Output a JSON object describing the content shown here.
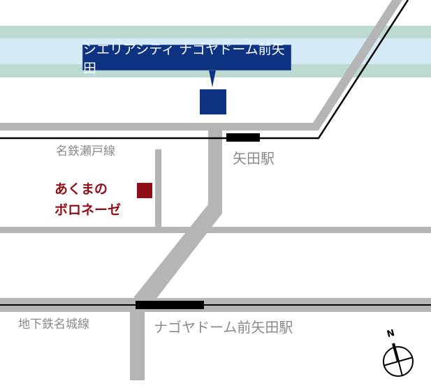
{
  "map": {
    "title": "シエリアシティ ナゴヤドーム前矢田",
    "shop": {
      "line1": "あくまの",
      "line2": "ボロネーゼ"
    },
    "labels": {
      "meitetsu_line": "名鉄瀬戸線",
      "yada_station": "矢田駅",
      "subway_line": "地下鉄名城線",
      "dome_station": "ナゴヤドーム前矢田駅"
    },
    "compass": {
      "north_label": "N"
    },
    "colors": {
      "river_bank": "#bddad2",
      "river_water": "#d4ebf7",
      "road": "#b4b5b4",
      "rail": "#000000",
      "property_marker": "#0e3382",
      "shop_marker": "#8e1016",
      "label_gray": "#8a8a8a"
    }
  }
}
